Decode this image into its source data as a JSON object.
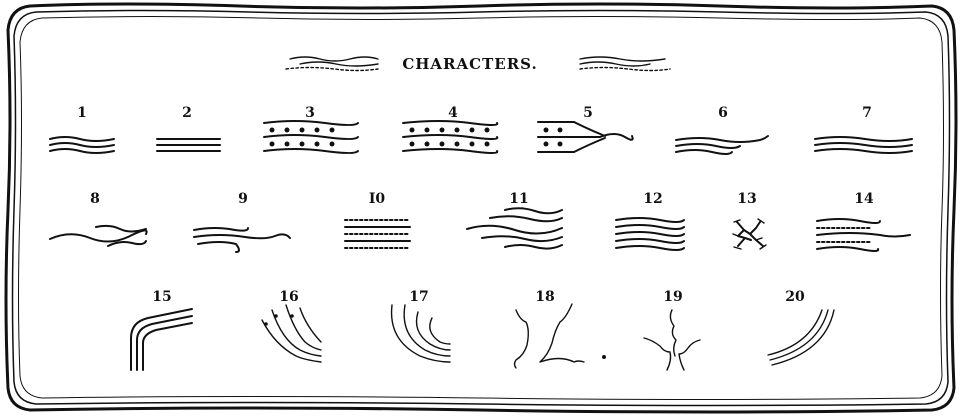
{
  "title": "CHARACTERS.",
  "characters": [
    {
      "label": "1"
    },
    {
      "label": "2"
    },
    {
      "label": "3"
    },
    {
      "label": "4"
    },
    {
      "label": "5"
    },
    {
      "label": "6"
    },
    {
      "label": "7"
    },
    {
      "label": "8"
    },
    {
      "label": "9"
    },
    {
      "label": "I0"
    },
    {
      "label": "11"
    },
    {
      "label": "12"
    },
    {
      "label": "13"
    },
    {
      "label": "14"
    },
    {
      "label": "15"
    },
    {
      "label": "16"
    },
    {
      "label": "17"
    },
    {
      "label": "18"
    },
    {
      "label": "19"
    },
    {
      "label": "20"
    }
  ]
}
